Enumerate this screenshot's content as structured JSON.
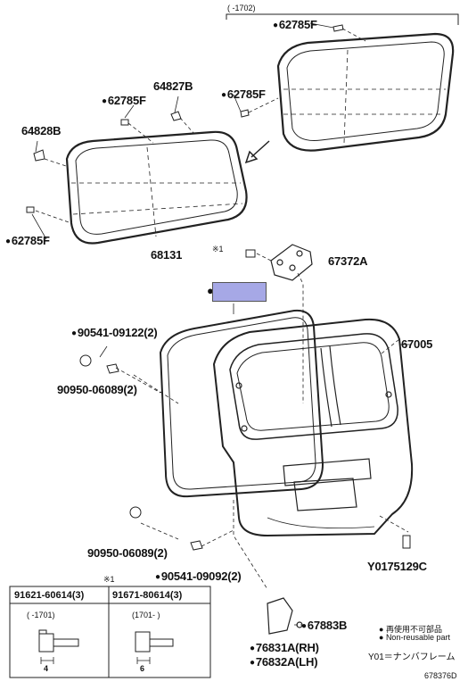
{
  "range_top": "(     -1702)",
  "labels": {
    "p62785F_top": "62785F",
    "p62785F_right": "62785F",
    "p62785F_left": "62785F",
    "p62785F_bot": "62785F",
    "p64827B": "64827B",
    "p64828B": "64828B",
    "p68131": "68131",
    "p67372A": "67372A",
    "p67005": "67005",
    "p90541_09122": "90541-09122(2)",
    "p90950_a": "90950-06089(2)",
    "p90950_b": "90950-06089(2)",
    "p90541_09092": "90541-09092(2)",
    "pY01": "Y0175129C",
    "p67883B": "67883B",
    "p76831A": "76831A(RH)",
    "p76832A": "76832A(LH)"
  },
  "note_mark": "※1",
  "inset": {
    "mark": "※1",
    "col1_part": "91621-60614(3)",
    "col2_part": "91671-80614(3)",
    "col1_range": "(      -1701)",
    "col2_range": "(1701-      )",
    "col1_dim": "4",
    "col2_dim": "6"
  },
  "legend": {
    "line1": "再使用不可部品",
    "line2": "Non-reusable part",
    "line3": "Y01＝ナンバフレーム"
  },
  "drawing_no": "678376D",
  "colors": {
    "highlight": "#a6a8e6",
    "ink": "#111111"
  }
}
